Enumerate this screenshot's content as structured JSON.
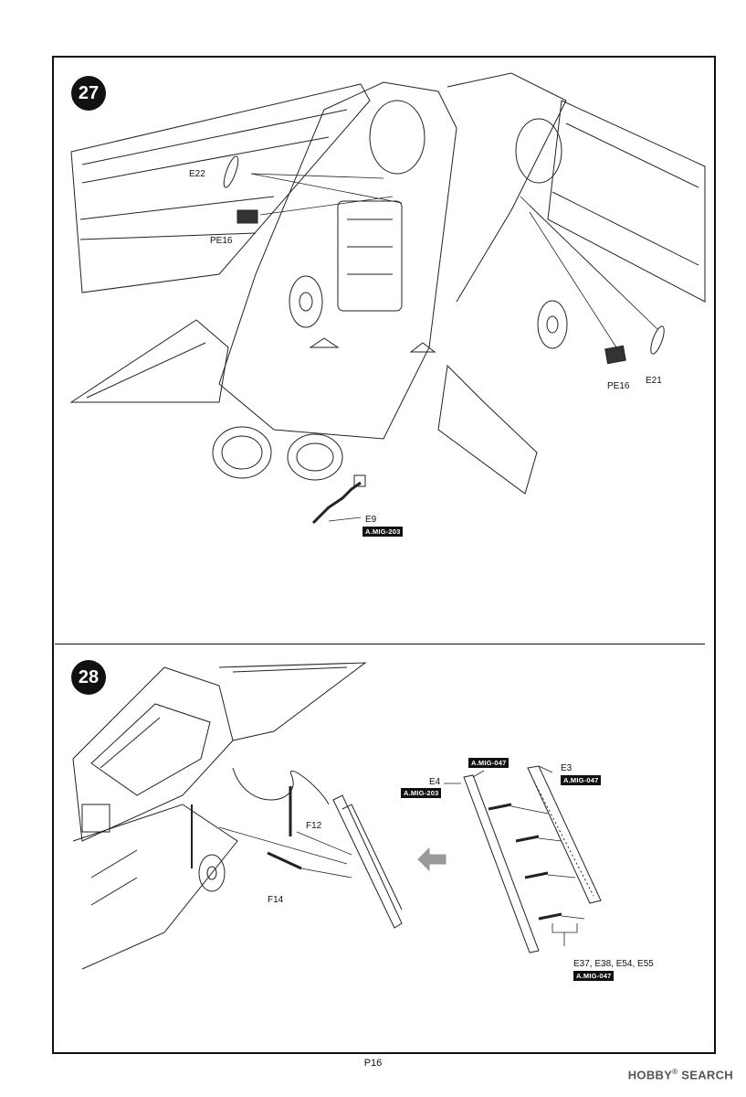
{
  "page": {
    "number": "P16"
  },
  "watermark": {
    "brand": "HOBBY",
    "brand2": "SEARCH",
    "mark": "®"
  },
  "steps": [
    {
      "number": "27",
      "labels": {
        "e22": "E22",
        "pe16_left": "PE16",
        "pe16_right": "PE16",
        "e21": "E21",
        "e9": "E9"
      },
      "paint_tags": {
        "e9": "A.MIG-203"
      }
    },
    {
      "number": "28",
      "labels": {
        "f12": "F12",
        "f14": "F14",
        "e4": "E4",
        "e3": "E3",
        "e_group": "E37, E38, E54, E55"
      },
      "paint_tags": {
        "e4_top": "A.MIG-047",
        "e4_bottom": "A.MIG-203",
        "e3": "A.MIG-047",
        "e_group": "A.MIG-047"
      }
    }
  ]
}
